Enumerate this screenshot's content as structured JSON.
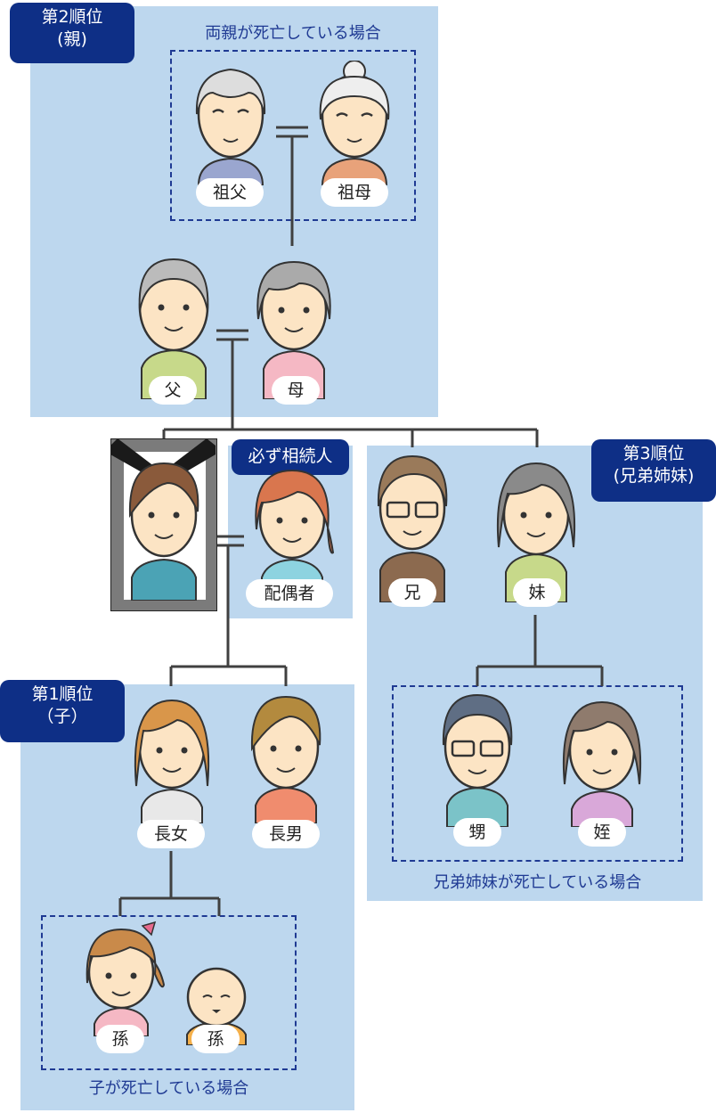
{
  "badges": {
    "rank2": {
      "line1": "第2順位",
      "line2": "(親)"
    },
    "rank1": {
      "line1": "第1順位",
      "line2": "（子）"
    },
    "rank3": {
      "line1": "第3順位",
      "line2": "(兄弟姉妹)"
    },
    "spouse_always": "必ず相続人"
  },
  "captions": {
    "parents_deceased": "両親が死亡している場合",
    "siblings_deceased": "兄弟姉妹が死亡している場合",
    "children_deceased": "子が死亡している場合"
  },
  "labels": {
    "grandfather": "祖父",
    "grandmother": "祖母",
    "father": "父",
    "mother": "母",
    "spouse": "配偶者",
    "older_brother": "兄",
    "younger_sister": "妹",
    "eldest_daughter": "長女",
    "eldest_son": "長男",
    "nephew": "甥",
    "niece": "姪",
    "grandchild_1": "孫",
    "grandchild_2": "孫"
  },
  "colors": {
    "panel": "#bdd7ee",
    "badge": "#0e2f86",
    "dash": "#1f3a93",
    "line": "#404040"
  }
}
